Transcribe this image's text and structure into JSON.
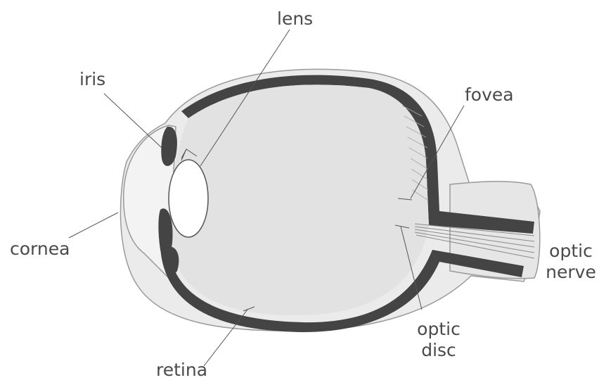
{
  "labels": {
    "lens": "lens",
    "iris": "iris",
    "fovea": "fovea",
    "cornea": "cornea",
    "optic_nerve_line1": "optic",
    "optic_nerve_line2": "nerve",
    "optic_disc_line1": "optic",
    "optic_disc_line2": "disc",
    "retina": "retina"
  },
  "colors": {
    "outer_coat": "#ebebeb",
    "interior": "#e2e2e2",
    "tissue_dark": "#444444",
    "text": "#4a4a4a",
    "leader": "#555555"
  }
}
